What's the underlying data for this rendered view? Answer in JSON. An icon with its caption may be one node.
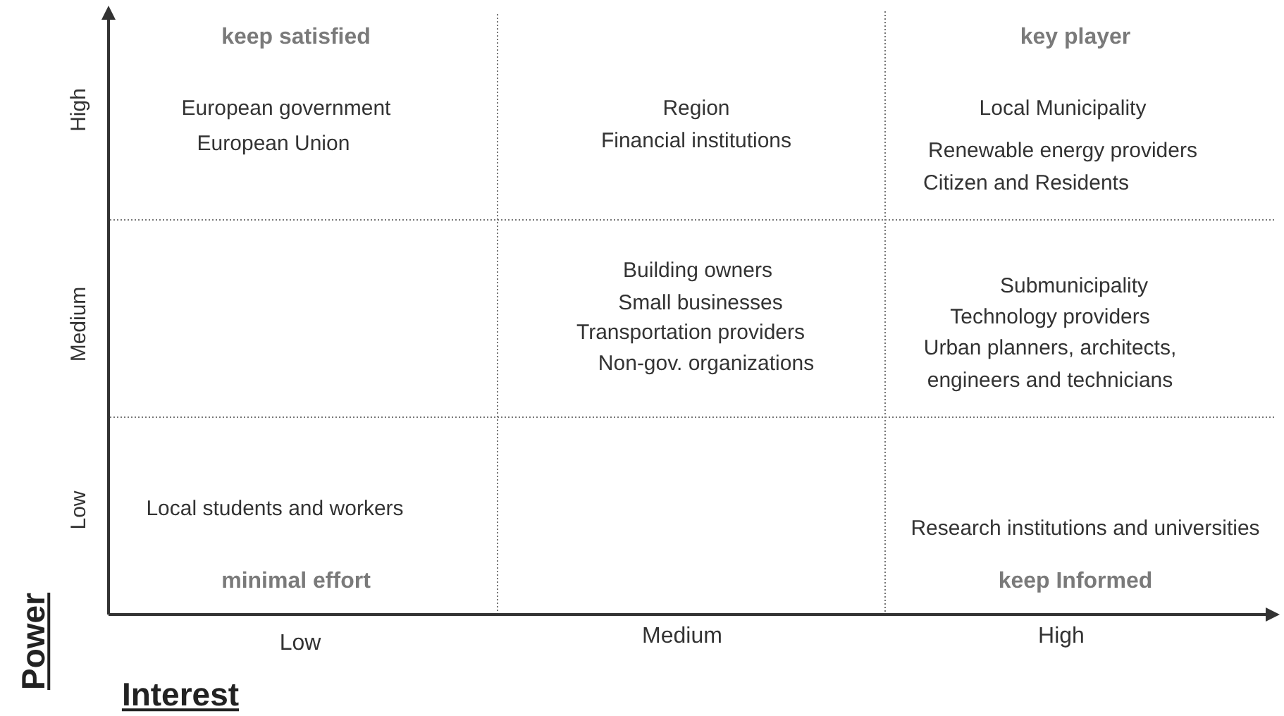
{
  "diagram": {
    "labels": [
      "keep satisfied",
      "key player",
      "High",
      "European government",
      "European Union",
      "Region",
      "Financial institutions",
      "Local Municipality",
      "Renewable energy providers",
      "Citizen and Residents",
      "Medium",
      "Building owners",
      "Small businesses",
      "Transportation providers",
      "Non-gov. organizations",
      "Submunicipality",
      "Technology providers",
      "Urban planners, architects,",
      "engineers and technicians",
      "Low",
      "Local students and workers",
      "Research institutions and universities",
      "minimal effort",
      "keep Informed",
      "Power",
      "Low",
      "Medium",
      "High",
      "Interest"
    ]
  }
}
